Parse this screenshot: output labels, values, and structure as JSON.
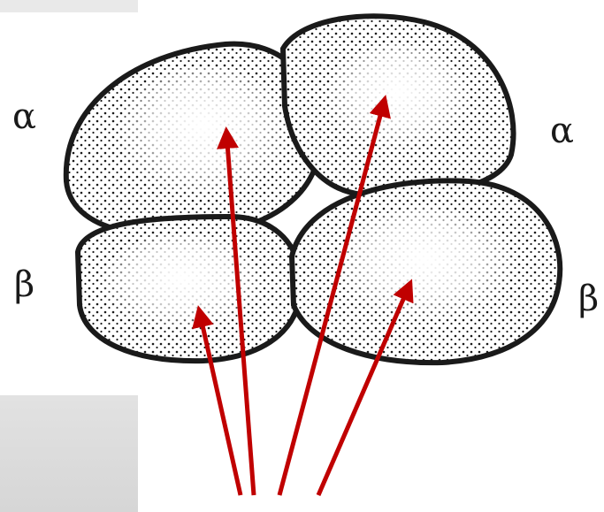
{
  "labels": {
    "alpha_left": "α",
    "alpha_right": "α",
    "beta_left": "β",
    "beta_right": "β"
  },
  "colors": {
    "arrow": "#c00000",
    "ink": "#1a1a1a",
    "panel": "#e2e2e2"
  },
  "arrow_count": 4
}
